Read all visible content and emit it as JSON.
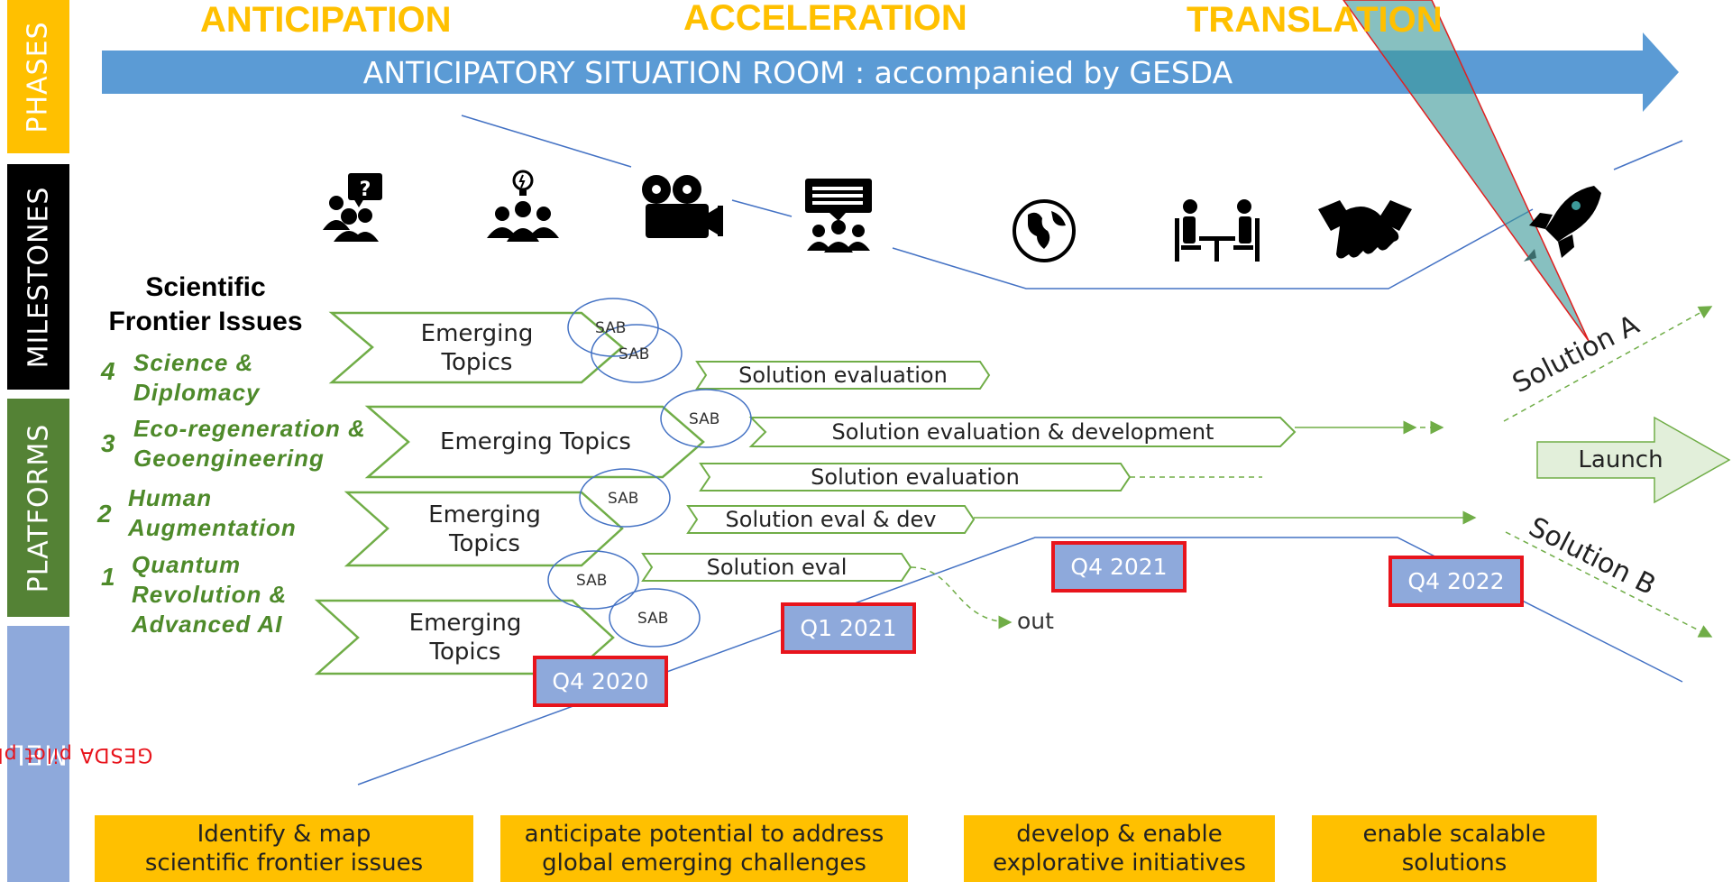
{
  "sidebar": {
    "phases": "PHASES",
    "milestones": "MILESTONES",
    "platforms": "PLATFORMS",
    "timeline": "TIMELINE",
    "timeline_sub": "GESDA pilot phase",
    "colors": {
      "phases": "#ffc000",
      "milestones": "#000000",
      "platforms": "#548235",
      "timeline": "#8ea9db"
    }
  },
  "phases": {
    "anticipation": "ANTICIPATION",
    "acceleration": "ACCELERATION",
    "translation": "TRANSLATION"
  },
  "banner": {
    "text": "ANTICIPATORY SITUATION ROOM : accompanied by GESDA",
    "color": "#5b9bd5"
  },
  "milestone_icons": [
    "question-group-icon",
    "idea-group-icon",
    "video-camera-icon",
    "discussion-group-icon",
    "globe-icon",
    "meeting-table-icon",
    "handshake-icon",
    "rocket-icon"
  ],
  "sfi": {
    "title_line1": "Scientific",
    "title_line2": "Frontier Issues",
    "items": [
      {
        "num": "4",
        "line1": "Science &",
        "line2": "Diplomacy"
      },
      {
        "num": "3",
        "line1": "Eco-regeneration &",
        "line2": "Geoengineering"
      },
      {
        "num": "2",
        "line1": "Human",
        "line2": "Augmentation"
      },
      {
        "num": "1",
        "line1": "Quantum",
        "line2": "Revolution &",
        "line3": "Advanced AI"
      }
    ]
  },
  "emerging": {
    "e4_l1": "Emerging",
    "e4_l2": "Topics",
    "e3": "Emerging Topics",
    "e2_l1": "Emerging",
    "e2_l2": "Topics",
    "e1_l1": "Emerging",
    "e1_l2": "Topics"
  },
  "sab": "SAB",
  "solutions": {
    "s4": "Solution evaluation",
    "s3": "Solution evaluation & development",
    "s2": "Solution evaluation",
    "s1b": "Solution eval & dev",
    "s1": "Solution eval"
  },
  "out": "out",
  "timeline": {
    "q4_2020": "Q4 2020",
    "q1_2021": "Q1 2021",
    "q4_2021": "Q4 2021",
    "q4_2022": "Q4 2022"
  },
  "outcomes": {
    "solution_a": "Solution A",
    "solution_b": "Solution B",
    "launch": "Launch"
  },
  "goals": {
    "g1_l1": "Identify & map",
    "g1_l2": "scientific frontier issues",
    "g2_l1": "anticipate potential to address",
    "g2_l2": "global emerging challenges",
    "g3_l1": "develop & enable",
    "g3_l2": "explorative initiatives",
    "g4_l1": "enable scalable",
    "g4_l2": "solutions"
  }
}
